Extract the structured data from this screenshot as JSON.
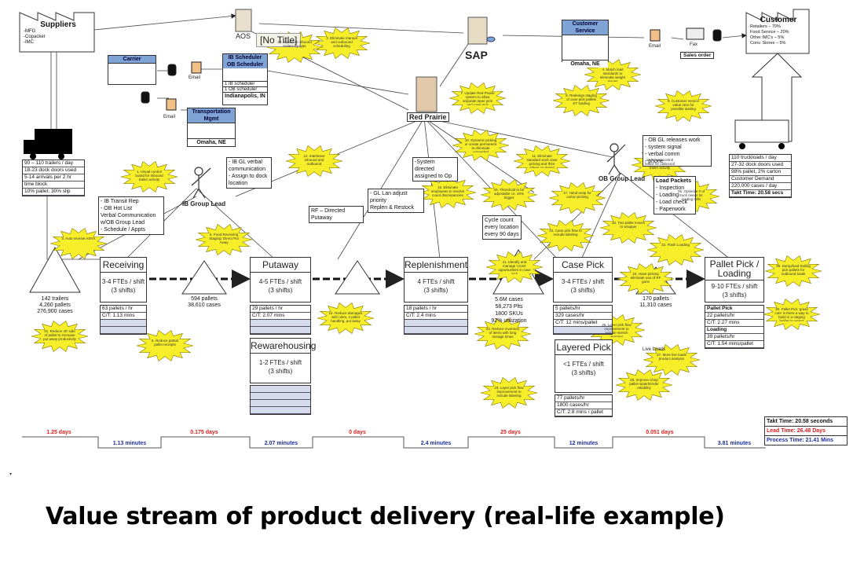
{
  "caption": "Value stream of product delivery (real-life example)",
  "tooltip": "[No Title]",
  "suppliers": {
    "title": "Suppliers",
    "lines": [
      "-MFG",
      "-Copacker",
      "-IMC"
    ]
  },
  "customer": {
    "title": "Customer",
    "lines": [
      "Retailers – 70%",
      "Food Service – 20%",
      "Other IMC's – 5%",
      "Conv. Stores – 5%"
    ]
  },
  "systems": {
    "aos": "AOS",
    "sap": "SAP",
    "red_prairie": "Red Prairie",
    "email": "Email",
    "fax": "Fax",
    "sales_order": "Sales order"
  },
  "entities": {
    "carrier": {
      "title": "Carrier"
    },
    "ib_scheduler": {
      "title_1": "IB Scheduler",
      "title_2": "OB Scheduler",
      "rows": [
        "1 IB scheduler",
        "1 OB scheduler"
      ],
      "footer": "Indianapolis, IN"
    },
    "transportation": {
      "title_1": "Transportation",
      "title_2": "Mgmt",
      "footer": "Omaha, NE"
    },
    "customer_service": {
      "title": "Customer Service",
      "footer": "Omaha, NE"
    }
  },
  "inbound_truck_lines": [
    "90 – 110 trailers / day",
    "18-23 dock doors used",
    "5-14 arrivals per 2 hr",
    "time block",
    "10% pallet, 30% slip"
  ],
  "outbound_truck_lines": [
    "110 truckloads / day",
    "27-32 dock doors used",
    "98% pallet, 2% carton",
    "Customer Demand",
    "220,000 cases / day",
    "Takt Time: 20.58 secs"
  ],
  "ib_group_lead": "IB Group Lead",
  "ob_group_lead": "OB Group Lead",
  "notes": {
    "ib_lead_box": [
      "- IB Transit Rep",
      "- OB Hot List",
      "Verbal Communication",
      "w/OB Group Lead",
      "- Schedule / Appts"
    ],
    "ib_gl_box": [
      "- IB GL verbal",
      "communication",
      "- Assign to dock",
      "location"
    ],
    "rf_box": "RF – Directed Putaway",
    "system_dir": [
      "-System directed",
      "assigned to Op"
    ],
    "gl_lan": [
      "- GL Lan adjust priority",
      "Replen & Restock"
    ],
    "cycle_count": [
      "Cycle count",
      "every location",
      "every 90 days"
    ],
    "ob_gl_box": [
      "- OB GL releases work",
      "- system signal",
      "- verbal comm",
      "- phone"
    ],
    "load_packets": [
      "Load Packets",
      "- Inspection",
      "- Loading",
      "- Load check",
      "- Paperwork"
    ]
  },
  "processes": {
    "receiving": {
      "title": "Receiving",
      "ftes": "3-4 FTEs / shift",
      "shifts": "(3 shifts)",
      "rows": [
        "63 pallets / hr",
        "C/T: 1.13 mins"
      ]
    },
    "putaway": {
      "title": "Putaway",
      "ftes": "4-5 FTEs / shift",
      "shifts": "(3 shifts)",
      "rows": [
        "29 pallets / hr",
        "C/T: 2.07 mins"
      ]
    },
    "rewarehousing": {
      "title": "Rewarehousing",
      "ftes": "1-2 FTEs / shift",
      "shifts": "(3 shifts)"
    },
    "replenishment": {
      "title": "Replenishment",
      "ftes": "4 FTEs / shift",
      "shifts": "(3 shifts)",
      "rows": [
        "18 pallets / hr",
        "C/T: 2.4 mins"
      ]
    },
    "case_pick": {
      "title": "Case Pick",
      "ftes": "3-4 FTEs / shift",
      "shifts": "(3 shifts)",
      "rows": [
        "5 pallets/hr",
        "329 cases/hr",
        "C/T: 12 mins/pallet"
      ]
    },
    "layered_pick": {
      "title": "Layered Pick",
      "ftes": "<1 FTEs / shift",
      "shifts": "(3 shifts)",
      "rows": [
        "77 pallets/hr",
        "1800 cases/hr",
        "C/T: 2.8 mins / pallet"
      ]
    },
    "pallet_pick": {
      "title_1": "Pallet Pick /",
      "title_2": "Loading",
      "ftes": "9-10 FTEs / shift",
      "shifts": "(3 shifts)",
      "rows": [
        "Pallet Pick",
        "22 pallets/hr",
        "C/T: 2.27 mins",
        "Loading",
        "39 pallets/hr",
        "C/T: 1.54 mins/pallet"
      ]
    }
  },
  "inventories": {
    "inv1": [
      "142 trailers",
      "4,260 pallets",
      "276,900 cases"
    ],
    "inv2": [
      "594 pallets",
      "38,610 cases"
    ],
    "inv4": [
      "5.6M cases",
      "58,273 Plts",
      "1800 SKUs",
      "92% utilization"
    ],
    "inv5": [
      "170 pallets",
      "11,310 cases"
    ]
  },
  "live_loads": "Live Loads",
  "kaizens": [
    "1. Visual control board for inbound trailer activity",
    "2. Eliminate manual and outbound scheduling",
    "3. Auto receive ASN's",
    "4. Match load standards to eliminate weight issues",
    "5. Food Receiving Staging: Direct Put Away",
    "6. Reduce partial pallet receipts",
    "7. Update Red Prairie system to allow separate layer pick and case pick allocations",
    "8. Redesign staging of case pick pallets JIT loading",
    "9. Customer service value ratio for possible waiting",
    "10. Dynamic picking or create permanent to eliminate unneeded replenishments",
    "11. Eliminate standard work case picking and then others on timing",
    "12. Interleave inbound and outbound",
    "13. Visual control board for outbound trailer activity",
    "14. Reduce damages with rules, 2 pallet handling, put away",
    "15. Eliminate employees to resolve count discrepancies",
    "16. Threshold to be adjustable i.e. 40% trigger",
    "17. Hand wrap for carton picking",
    "18. Two pallet moves to wrapper",
    "19. Layer pick flow improvement to include labeling",
    "20. Schedule inbound trailers by type",
    "21. Identify and manage 'cross' opportunities in case pick",
    "22. Case pick flow to include labeling",
    "23. Reduce inventory of items with long storage times",
    "24. Have picking eliminate use of RF guns",
    "25. Layer pick flow improvement to include stretch wrapper",
    "26. Optimize # of truck needs for loading cells",
    "27. More live loads product analysis",
    "28. Improve Chep pallet repair/tender reliability",
    "29. Dump/load trailing pick pallets for outbound loads",
    "30. Pallet Pick 'grass cuts' is there a way to build in a staging ladder to wrap?",
    "31. Reduce 40' side of pallet to increase put away productivity",
    "32. Flash Loading"
  ],
  "timeline": {
    "wait": [
      "1.25 days",
      "0.175 days",
      "0 days",
      "25 days",
      "0.051 days"
    ],
    "proc": [
      "1.13 minutes",
      "2.07 minutes",
      "2.4 minutes",
      "12 minutes",
      "3.81 minutes"
    ],
    "summary": [
      "Takt Time: 20.58 seconds",
      "Lead Time: 26.48 Days",
      "Process Time: 21.41 Mins"
    ]
  }
}
